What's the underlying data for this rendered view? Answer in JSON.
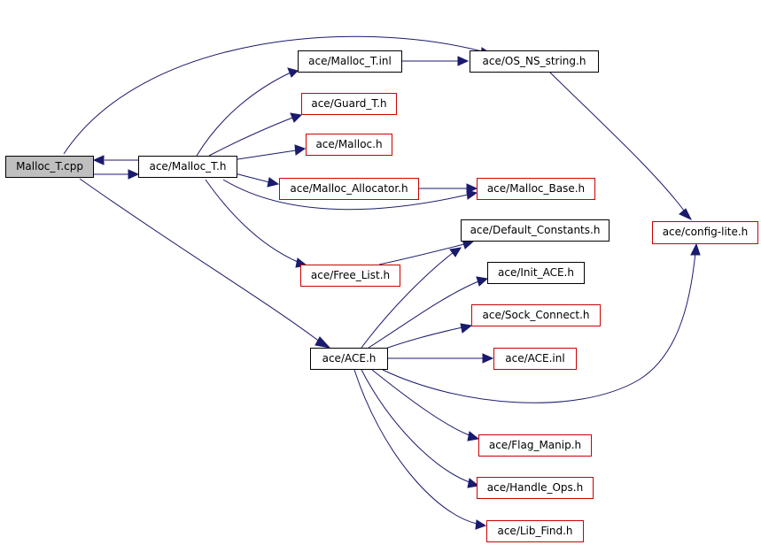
{
  "colors": {
    "edge": "#1a1a6e",
    "node_border_normal": "#000000",
    "node_border_incomplete": "#cc0000",
    "root_fill": "#bfbfbf"
  },
  "nodes": {
    "malloc_t_cpp": "Malloc_T.cpp",
    "malloc_t_h": "ace/Malloc_T.h",
    "malloc_t_inl": "ace/Malloc_T.inl",
    "os_ns_string_h": "ace/OS_NS_string.h",
    "guard_t_h": "ace/Guard_T.h",
    "malloc_h": "ace/Malloc.h",
    "malloc_allocator_h": "ace/Malloc_Allocator.h",
    "malloc_base_h": "ace/Malloc_Base.h",
    "config_lite_h": "ace/config-lite.h",
    "default_constants_h": "ace/Default_Constants.h",
    "free_list_h": "ace/Free_List.h",
    "init_ace_h": "ace/Init_ACE.h",
    "sock_connect_h": "ace/Sock_Connect.h",
    "ace_h": "ace/ACE.h",
    "ace_inl": "ace/ACE.inl",
    "flag_manip_h": "ace/Flag_Manip.h",
    "handle_ops_h": "ace/Handle_Ops.h",
    "lib_find_h": "ace/Lib_Find.h"
  }
}
